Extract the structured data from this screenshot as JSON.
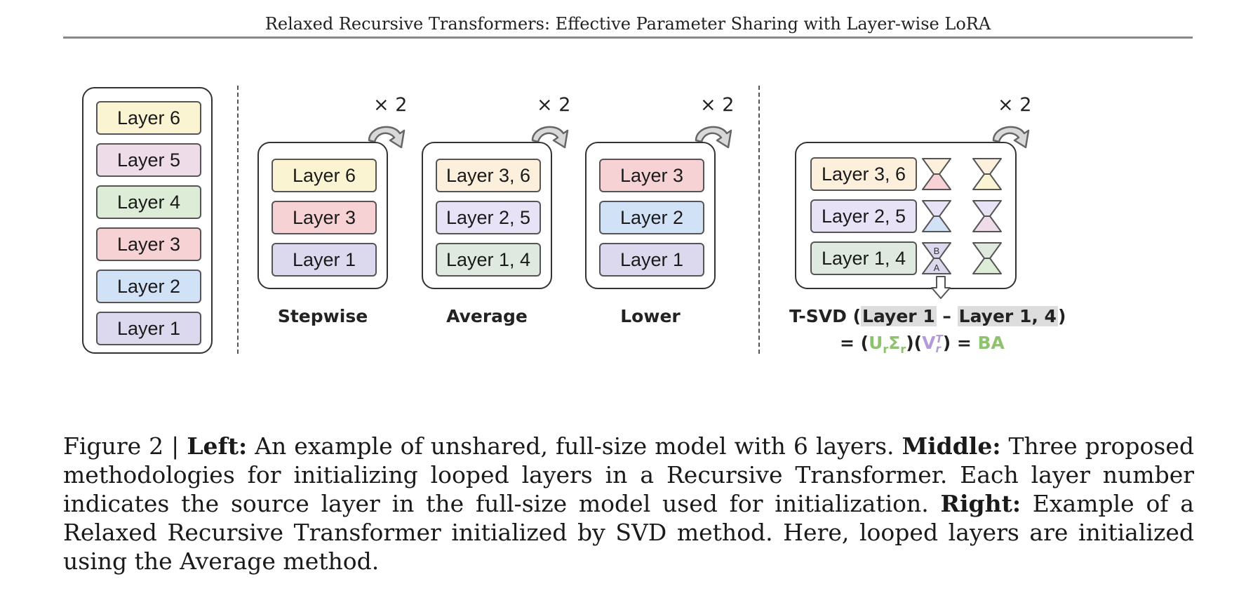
{
  "running_header": "Relaxed Recursive Transformers: Effective Parameter Sharing with Layer-wise LoRA",
  "figure": {
    "full_model": {
      "layers": [
        {
          "label": "Layer 6",
          "color": "#fbf4d2"
        },
        {
          "label": "Layer 5",
          "color": "#eedde8"
        },
        {
          "label": "Layer 4",
          "color": "#dcecd6"
        },
        {
          "label": "Layer 3",
          "color": "#f6d2d4"
        },
        {
          "label": "Layer 2",
          "color": "#d2e2f6"
        },
        {
          "label": "Layer 1",
          "color": "#dcd9ee"
        }
      ]
    },
    "methods": [
      {
        "name": "Stepwise",
        "repeat": "× 2",
        "layers": [
          {
            "label": "Layer 6",
            "color": "#fbf4d2"
          },
          {
            "label": "Layer 3",
            "color": "#f6d2d4"
          },
          {
            "label": "Layer 1",
            "color": "#dcd9ee"
          }
        ]
      },
      {
        "name": "Average",
        "repeat": "× 2",
        "layers": [
          {
            "label": "Layer 3, 6",
            "color": "#fcefdc"
          },
          {
            "label": "Layer 2, 5",
            "color": "#e8e2f6"
          },
          {
            "label": "Layer 1, 4",
            "color": "#dfe9df"
          }
        ]
      },
      {
        "name": "Lower",
        "repeat": "× 2",
        "layers": [
          {
            "label": "Layer 3",
            "color": "#f6d2d4"
          },
          {
            "label": "Layer 2",
            "color": "#d2e2f6"
          },
          {
            "label": "Layer 1",
            "color": "#dcd9ee"
          }
        ]
      }
    ],
    "relaxed": {
      "repeat": "× 2",
      "layers": [
        {
          "label": "Layer 3, 6",
          "color": "#fcefdc"
        },
        {
          "label": "Layer 2, 5",
          "color": "#e8e2f6"
        },
        {
          "label": "Layer 1, 4",
          "color": "#dfe9df"
        }
      ],
      "lora_colors": [
        {
          "left": "#f6d2d4",
          "right": "#fbf4d2"
        },
        {
          "left": "#d2e2f6",
          "right": "#eedde8"
        },
        {
          "left": "#dcd9ee",
          "right": "#dcecd6"
        }
      ],
      "lora_letters": {
        "top": "B",
        "bottom": "A"
      },
      "tsvd_prefix": "T-SVD (",
      "tsvd_term1": "Layer 1",
      "tsvd_minus": " – ",
      "tsvd_term2": "Layer 1, 4",
      "tsvd_suffix": ")",
      "eq_prefix": "= (",
      "eq_u": "U",
      "eq_sigma": "Σ",
      "eq_r": "r",
      "eq_mid": ")(",
      "eq_v": "V",
      "eq_t": "T",
      "eq_close": ") = ",
      "eq_ba": "BA"
    }
  },
  "caption": {
    "fig_label": "Figure 2 | ",
    "left_title": "Left:",
    "left_text": " An example of unshared, full-size model with 6 layers. ",
    "middle_title": "Middle:",
    "middle_text": " Three proposed methodologies for initializing looped layers in a Recursive Transformer. Each layer number indicates the source layer in the full-size model used for initialization. ",
    "right_title": "Right:",
    "right_text": " Example of a Relaxed Recursive Transformer initialized by SVD method. Here, looped layers are initialized using the Average method."
  }
}
